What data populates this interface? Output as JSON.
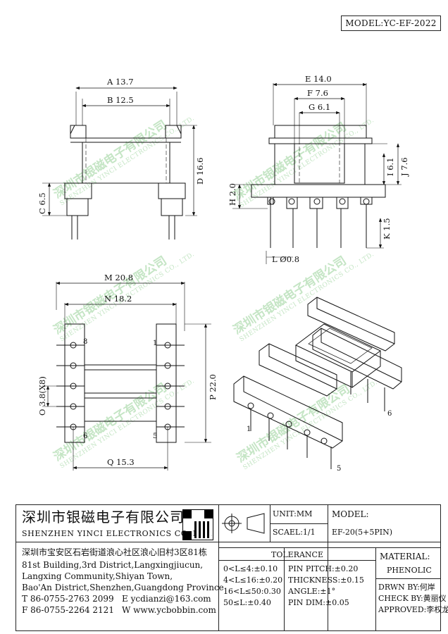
{
  "model": "MODEL:YC-EF-2022",
  "dimensions": {
    "a": "A 13.7",
    "b": "B 12.5",
    "c": "C 6.5",
    "d": "D 16.6",
    "e": "E 14.0",
    "f": "F 7.6",
    "g": "G 6.1",
    "h": "H 2.0",
    "i": "I 6.1",
    "j": "J 7.6",
    "k": "K 1.5",
    "l": "L Ø0.8",
    "m": "M 20.8",
    "n": "N 18.2",
    "o": "O 3.8(X8)",
    "p": "P 22.0",
    "q": "Q 15.3"
  },
  "pin_labels": {
    "top_left": "8",
    "top_right": "1",
    "bottom_left": "6",
    "bottom_right": "5",
    "iso_1": "1",
    "iso_5": "5",
    "iso_6": "6"
  },
  "watermark": {
    "cn": "深圳市银磁电子有限公司",
    "en": "SHENZHEN YINCI ELECTRONICS CO., LTD."
  },
  "title_block": {
    "company_cn": "深圳市银磁电子有限公司",
    "company_en": "SHENZHEN YINCI ELECTRONICS CO.,LTD.",
    "address_cn": "深圳市宝安区石岩街道浪心社区浪心旧村3区81栋",
    "address_en_1": "81st Building,3rd District,Langxingjiucun,",
    "address_en_2": "Langxing Community,Shiyan Town,",
    "address_en_3": "Bao'An District,Shenzhen,Guangdong Province",
    "tel": "T 86-0755-2763 2099",
    "email": "E ycdianzi@163.com",
    "fax": "F 86-0755-2264 2121",
    "web": "W www.ycbobbin.com",
    "unit": "UNIT:MM",
    "scale": "SCAEL:1/1",
    "model_label": "MODEL:",
    "model_value": "EF-20(5+5PIN)",
    "tolerance_title": "TOLERANCE",
    "tolerance_rows": [
      "0<L≤4:±0.10",
      "4<L≤16:±0.20",
      "16<L≤50:0.30",
      "50≤L:±0.40"
    ],
    "tolerance_misc": [
      "PIN PITCH:±0.20",
      "THICKNESS:±0.15",
      "ANGLE:±1°",
      "PIN DIM:±0.05"
    ],
    "material_label": "MATERIAL:",
    "material_value": "PHENOLIC",
    "drawn_by": "DRWN BY:何岸",
    "check_by": "CHECK BY:黄丽仪",
    "approved": "APPROVED:李权龙"
  }
}
